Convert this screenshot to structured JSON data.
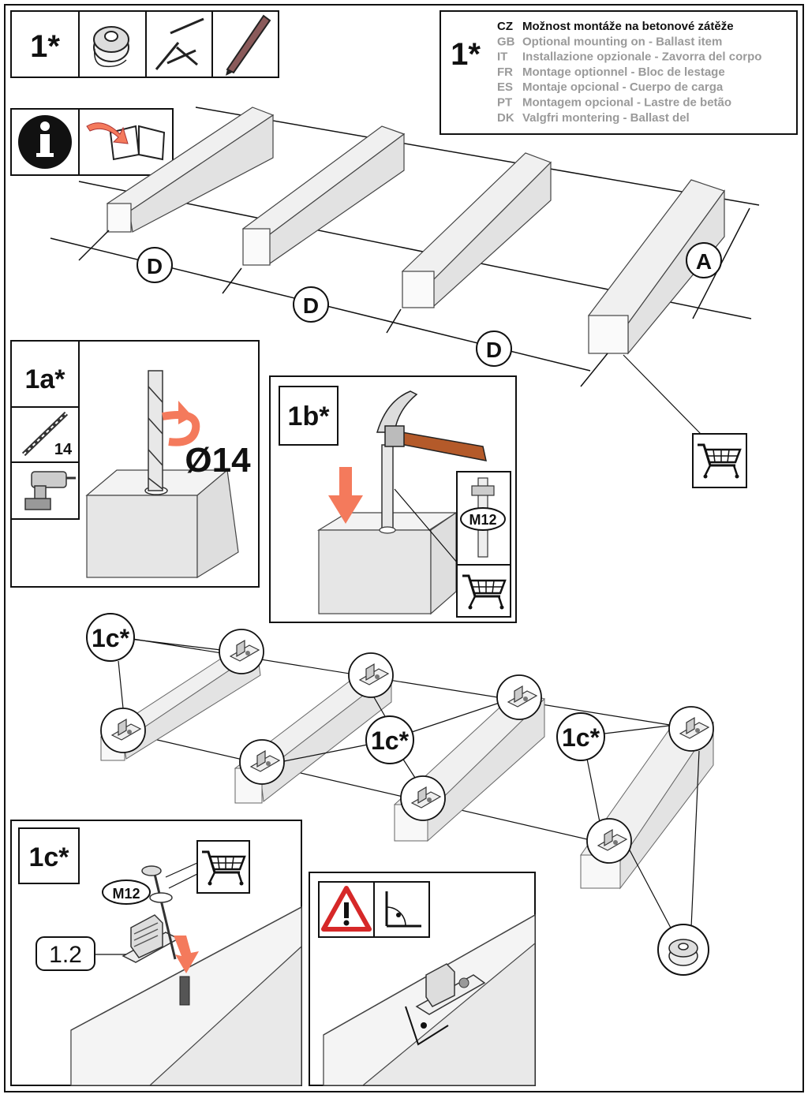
{
  "step": {
    "number": "1*"
  },
  "legend": {
    "step_label": "1*",
    "rows": [
      {
        "code": "CZ",
        "text": "Možnost montáže na betonové zátěže"
      },
      {
        "code": "GB",
        "text": "Optional mounting on - Ballast item"
      },
      {
        "code": "IT",
        "text": "Installazione opzionale  - Zavorra del corpo"
      },
      {
        "code": "FR",
        "text": "Montage optionnel - Bloc de lestage"
      },
      {
        "code": "ES",
        "text": "Montaje opcional - Cuerpo de carga"
      },
      {
        "code": "PT",
        "text": "Montagem opcional - Lastre de betão"
      },
      {
        "code": "DK",
        "text": "Valgfri montering - Ballast del"
      }
    ]
  },
  "tools": [
    "wire-spool-icon",
    "screws-icon",
    "pencil-icon"
  ],
  "dimensions": {
    "spacing": "D",
    "width": "A"
  },
  "panel_1a": {
    "label": "1a*",
    "drill_size": "14",
    "diameter": "Ø14"
  },
  "panel_1b": {
    "label": "1b*",
    "bolt_size": "M12"
  },
  "fixings": {
    "label": "1c*"
  },
  "panel_1c": {
    "label": "1c*",
    "bolt_size": "M12",
    "part_number": "1.2"
  }
}
